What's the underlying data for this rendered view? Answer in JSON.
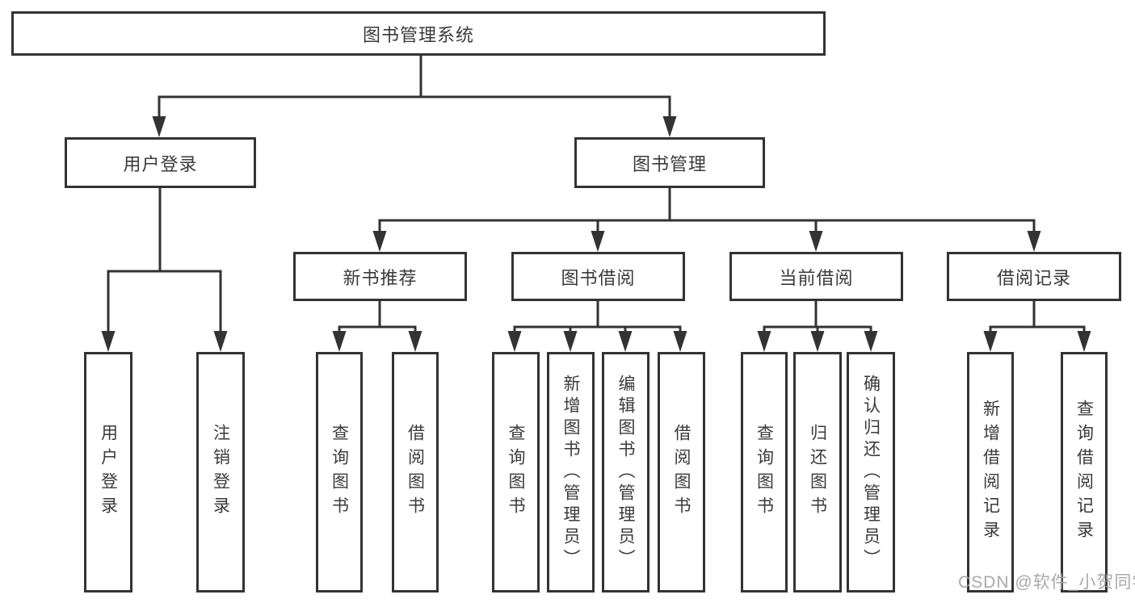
{
  "diagram": {
    "root": {
      "label": "图书管理系统"
    },
    "level2": [
      {
        "label": "用户登录"
      },
      {
        "label": "图书管理"
      }
    ],
    "level3": [
      {
        "label": "新书推荐"
      },
      {
        "label": "图书借阅"
      },
      {
        "label": "当前借阅"
      },
      {
        "label": "借阅记录"
      }
    ],
    "leaves": {
      "user_login": [
        "用户登录",
        "注销登录"
      ],
      "new_book_recommend": [
        "查询图书",
        "借阅图书"
      ],
      "book_borrow": [
        "查询图书",
        "新增图书（管理员）",
        "编辑图书（管理员）",
        "借阅图书"
      ],
      "current_borrow": [
        "查询图书",
        "归还图书",
        "确认归还（管理员）"
      ],
      "borrow_records": [
        "新增借阅记录",
        "查询借阅记录"
      ]
    }
  },
  "watermark": {
    "text": "CSDN @软件_小贺同学"
  },
  "colors": {
    "line": "#333333",
    "box_border": "#333333",
    "text": "#3a3a3a",
    "watermark": "#a0a0a0",
    "background": "#ffffff"
  }
}
